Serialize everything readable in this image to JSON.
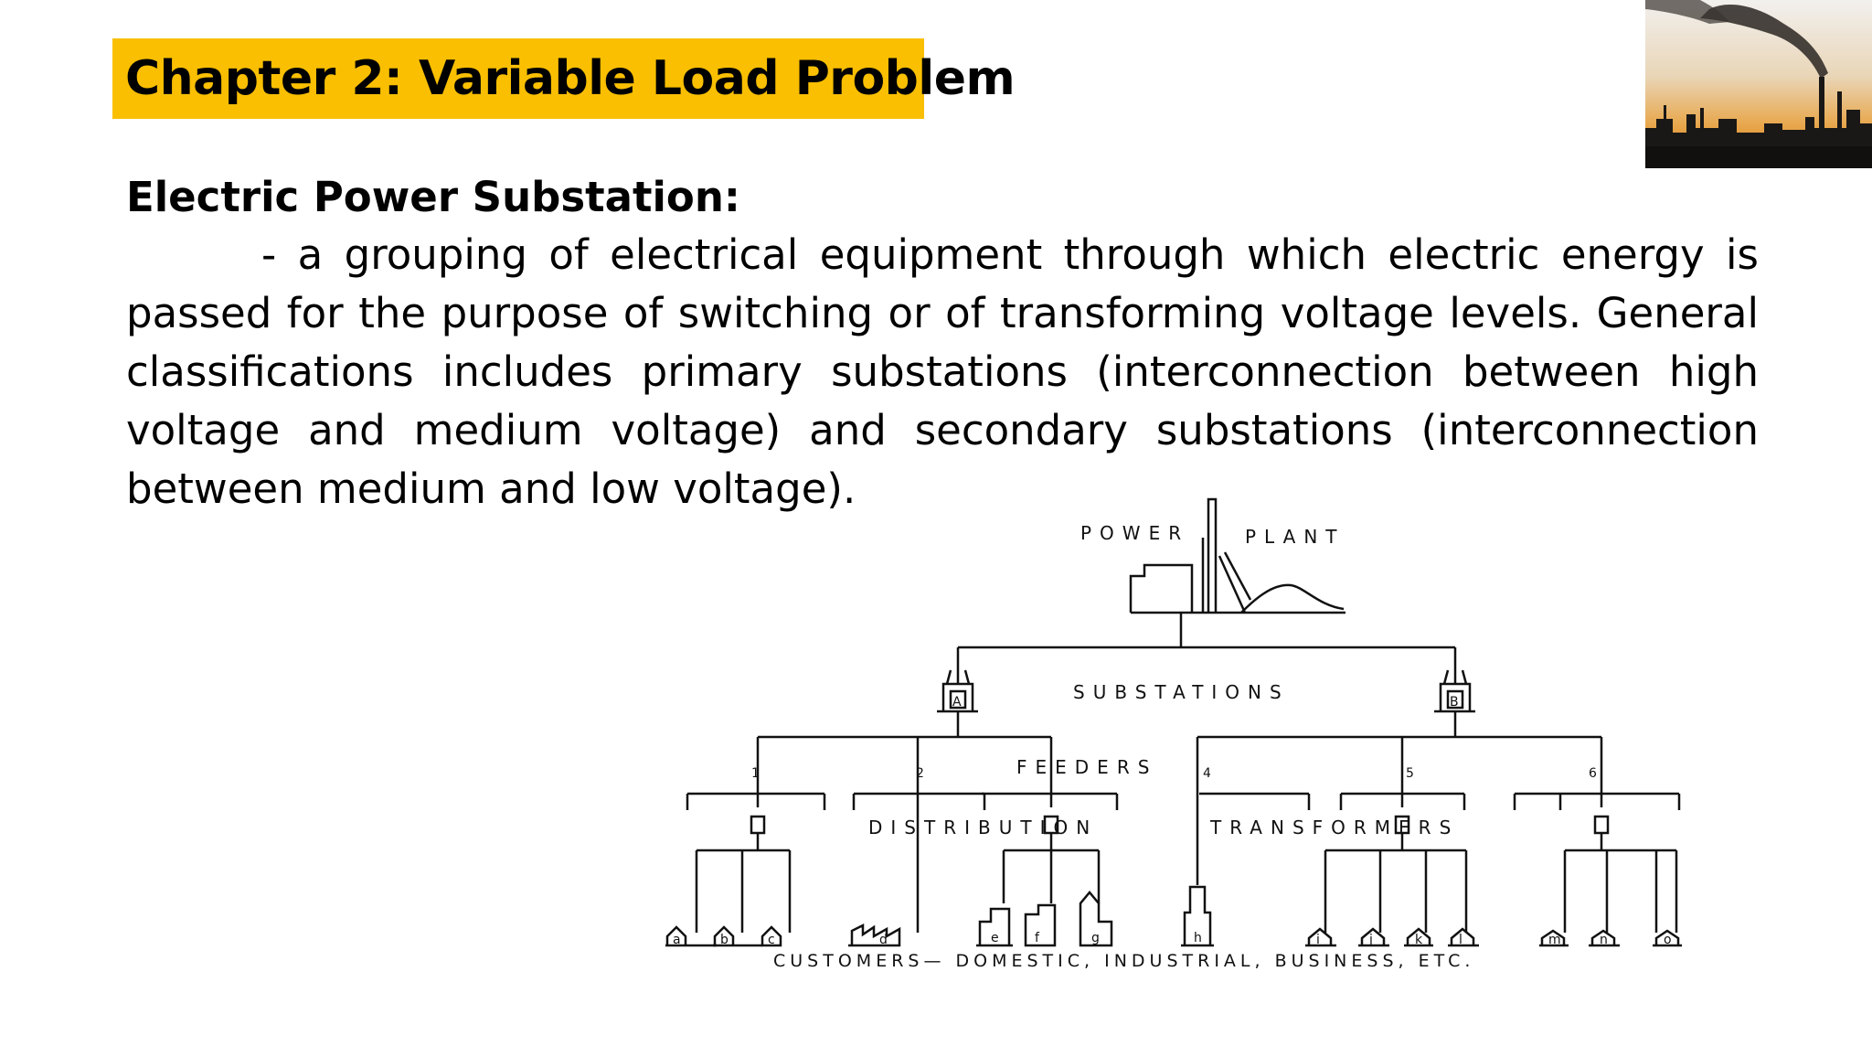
{
  "slide": {
    "title": "Chapter 2: Variable Load Problem",
    "heading": "Electric Power Substation:",
    "paragraph": "- a grouping of electrical equipment through which  electric energy is passed for the purpose of switching or of transforming voltage levels. General classifications includes primary substations (interconnection between high voltage and medium voltage) and secondary substations (interconnection between medium and low voltage)."
  },
  "diagram": {
    "power_label": "POWER",
    "plant_label": "PLANT",
    "substations_label": "SUBSTATIONS",
    "substation_a": "A",
    "substation_b": "B",
    "feeders_label": "FEEDERS",
    "feeder_numbers": [
      "1",
      "2",
      "4",
      "5",
      "6"
    ],
    "distribution_label": "DISTRIBUTION",
    "transformers_label": "TRANSFORMERS",
    "customer_letters": [
      "a",
      "b",
      "c",
      "d",
      "e",
      "f",
      "g",
      "h",
      "i",
      "j",
      "k",
      "l",
      "m",
      "n",
      "o"
    ],
    "customers_label": "CUSTOMERS—  DOMESTIC,  INDUSTRIAL, BUSINESS, ETC."
  },
  "colors": {
    "title_background": "#f9bf00",
    "text": "#000000"
  },
  "icons": [
    "factory-smokestack-photo"
  ]
}
